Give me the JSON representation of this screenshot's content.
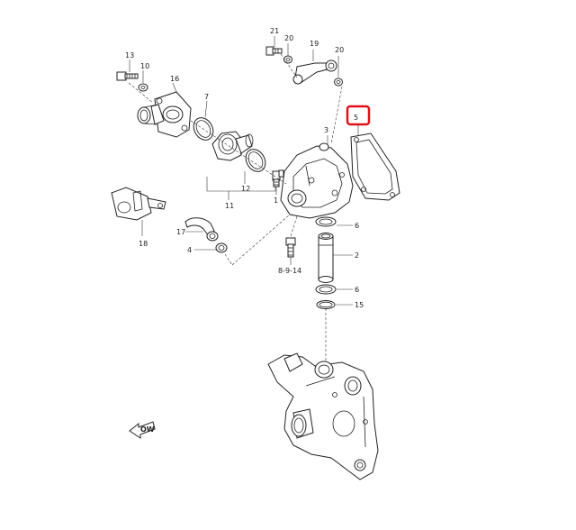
{
  "labels": {
    "l13": "13",
    "l10": "10",
    "l16": "16",
    "l7": "7",
    "l21": "21",
    "l20a": "20",
    "l19": "19",
    "l20b": "20",
    "l5": "5",
    "l3": "3",
    "l12": "12",
    "l11": "11",
    "l1": "1",
    "l6a": "6",
    "l2": "2",
    "l6b": "6",
    "l15": "15",
    "l17": "17",
    "l4": "4",
    "l18": "18",
    "l8914": "8-9-14"
  },
  "arrow_text": "OW",
  "highlight_color": "#e0101c"
}
